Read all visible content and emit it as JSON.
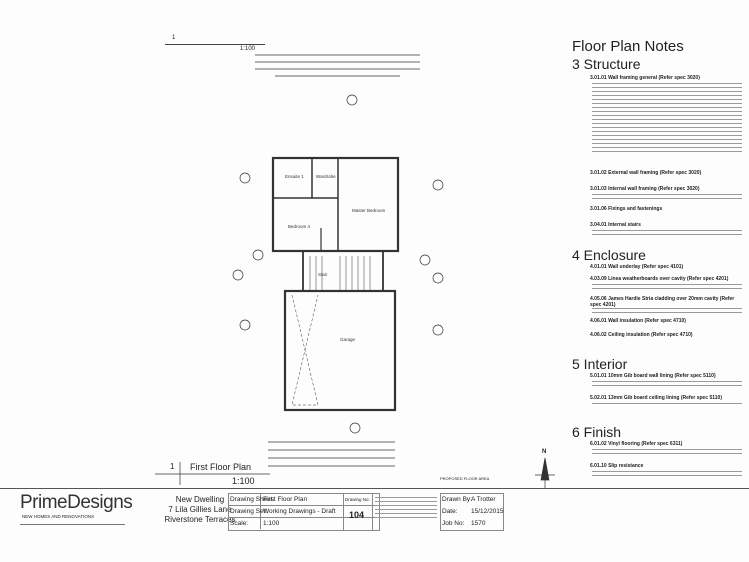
{
  "plan": {
    "title": "First Floor Plan",
    "scale": "1:100",
    "ref_number": "1",
    "top_scale": "1:100",
    "rooms": [
      "Ensuite 1",
      "Wardrobe",
      "Master Bedroom",
      "Bedroom 4",
      "Stair",
      "Garage"
    ],
    "proposed_floor_area_label": "PROPOSED FLOOR AREA",
    "north_label": "N"
  },
  "notes": {
    "title": "Floor Plan Notes",
    "sections": [
      {
        "heading": "3 Structure",
        "items": [
          "3.01.01 Wall framing general (Refer spec 3020)",
          "3.01.02 External wall framing (Refer spec 3020)",
          "3.01.03 Internal wall framing (Refer spec 3020)",
          "3.01.06 Fixings and fastenings",
          "3.04.01 Internal stairs"
        ]
      },
      {
        "heading": "4 Enclosure",
        "items": [
          "4.01.01 Wall underlay (Refer spec 4101)",
          "4.03.09 Linea weatherboards over cavity (Refer spec 4201)",
          "4.05.06 James Hardie Stria cladding over 20mm cavity (Refer spec 4201)",
          "4.06.01 Wall insulation (Refer spec 4710)",
          "4.06.02 Ceiling insulation (Refer spec 4710)"
        ]
      },
      {
        "heading": "5 Interior",
        "items": [
          "5.01.01 10mm Gib board wall lining (Refer spec 5110)",
          "5.02.01 13mm Gib board ceiling lining (Refer spec 5110)"
        ]
      },
      {
        "heading": "6 Finish",
        "items": [
          "6.01.02 Vinyl flooring (Refer spec 6311)",
          "6.01.10 Slip resistance"
        ]
      }
    ]
  },
  "title_block": {
    "logo": "PrimeDesigns",
    "logo_tagline": "NEW HOMES AND RENOVATIONS",
    "project": [
      "New Dwelling",
      "7 Lila Gillies Lane",
      "Riverstone Terraces"
    ],
    "rows": [
      {
        "label": "Drawing Sheet:",
        "value": "First Floor Plan"
      },
      {
        "label": "Drawing Set:",
        "value": "Working Drawings - Draft"
      },
      {
        "label": "Scale:",
        "value": "1:100"
      }
    ],
    "drawing_no_label": "Drawing No:",
    "drawing_no": "104",
    "meta": [
      {
        "label": "Drawn By:",
        "value": "A Trotter"
      },
      {
        "label": "Date:",
        "value": "15/12/2015"
      },
      {
        "label": "Job No:",
        "value": "1570"
      }
    ]
  }
}
